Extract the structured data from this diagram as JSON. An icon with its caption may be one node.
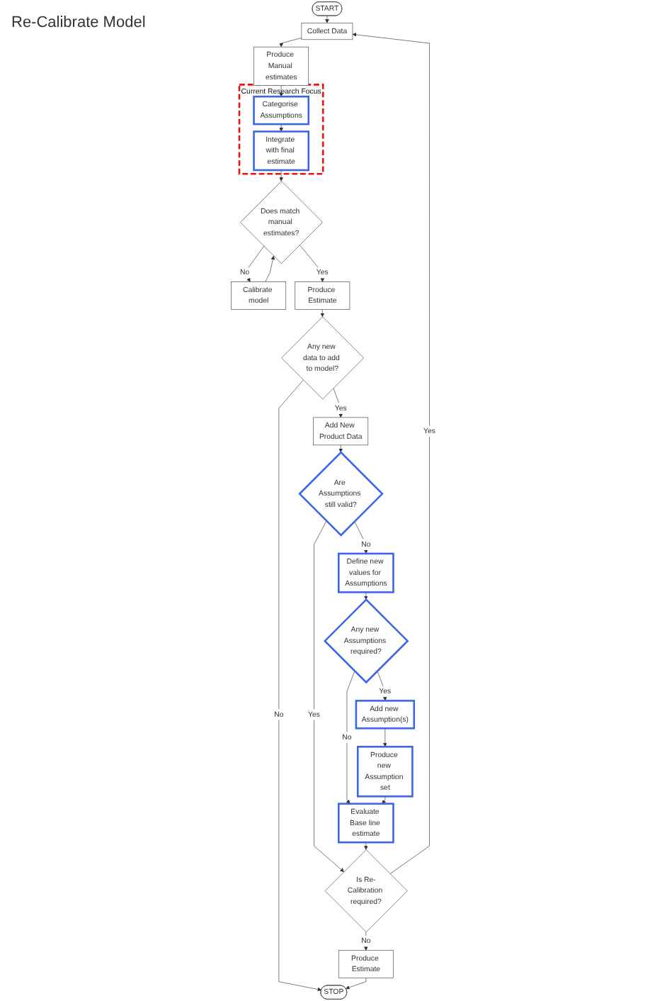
{
  "diagram": {
    "nodes": [
      {
        "text": [
          "START"
        ]
      },
      {
        "text": [
          "Collect Data"
        ]
      },
      {
        "text": [
          "Produce Manual estimates"
        ]
      },
      {
        "text": [
          "Current Research Focus"
        ]
      },
      {
        "text": [
          "Categorise Assumptions"
        ],
        "in": 3
      },
      {
        "text": [
          "Integrate with final estimate"
        ],
        "in": 3
      },
      {
        "text": [
          "Does match manual estimates?"
        ]
      },
      {
        "text": [
          "Calibrate model"
        ]
      },
      {
        "text": [
          "Produce Estimate"
        ]
      },
      {
        "text": [
          "Any new data to add to model?"
        ]
      },
      {
        "text": [
          "Add New Product Data"
        ]
      },
      {
        "text": [
          "Are Assumptions still valid?"
        ]
      },
      {
        "text": [
          "Define new values for Assumptions"
        ]
      },
      {
        "text": [
          "Any new Assumptions required?"
        ]
      },
      {
        "text": [
          "Add new Assumption(s)"
        ]
      },
      {
        "text": [
          "Produce new Assumption set"
        ]
      },
      {
        "text": [
          "Evaluate Base line estimate"
        ]
      },
      {
        "text": [
          "Is Re-Calibration required?"
        ]
      },
      {
        "text": [
          "Produce Estimate"
        ]
      },
      {
        "text": [
          "STOP"
        ]
      }
    ],
    "edges": [
      {
        "from": 0,
        "to": 1,
        "arrow": "to"
      },
      {
        "from": 1,
        "to": 2,
        "arrow": "to"
      },
      {
        "from": 2,
        "to": 4,
        "arrow": "to"
      },
      {
        "from": 4,
        "to": 5,
        "arrow": "to"
      },
      {
        "from": 5,
        "to": 6,
        "arrow": "to"
      },
      {
        "from": 6,
        "to": 7,
        "label": "No",
        "arrow": "to"
      },
      {
        "from": 7,
        "to": 6,
        "arrow": "to"
      },
      {
        "from": 6,
        "to": 8,
        "label": "Yes",
        "arrow": "to"
      },
      {
        "from": 8,
        "to": 9,
        "arrow": "to"
      },
      {
        "from": 9,
        "to": 10,
        "label": "Yes",
        "arrow": "to"
      },
      {
        "from": 9,
        "to": 19,
        "label": "No",
        "arrow": "to"
      },
      {
        "from": 10,
        "to": 11,
        "arrow": "to"
      },
      {
        "from": 11,
        "to": 12,
        "label": "No",
        "arrow": "to"
      },
      {
        "from": 11,
        "to": 17,
        "label": "Yes",
        "arrow": "to"
      },
      {
        "from": 12,
        "to": 13,
        "arrow": "to"
      },
      {
        "from": 13,
        "to": 14,
        "label": "Yes",
        "arrow": "to"
      },
      {
        "from": 13,
        "to": 16,
        "label": "No",
        "arrow": "to"
      },
      {
        "from": 14,
        "to": 15,
        "arrow": "to"
      },
      {
        "from": 15,
        "to": 16,
        "arrow": "to"
      },
      {
        "from": 16,
        "to": 17,
        "arrow": "to"
      },
      {
        "from": 17,
        "to": 18,
        "label": "No",
        "arrow": "to"
      },
      {
        "from": 17,
        "to": 1,
        "label": "Yes",
        "arrow": "to"
      },
      {
        "from": 18,
        "to": 19,
        "arrow": "to"
      }
    ],
    "labels": [
      "Re-Calibrate Model"
    ]
  }
}
